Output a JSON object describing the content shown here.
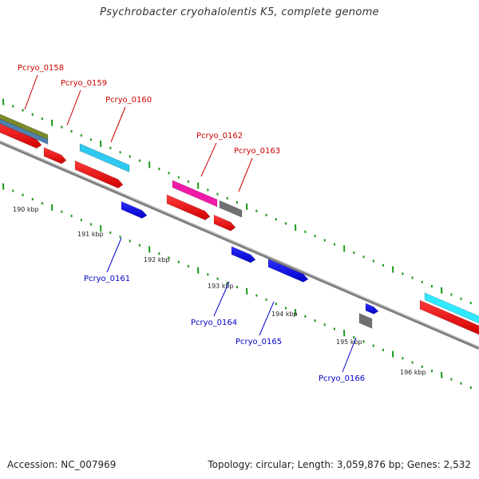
{
  "title": "Psychrobacter cryohalolentis K5, complete genome",
  "footer": {
    "accession": "Accession: NC_007969",
    "topology": "Topology: circular; Length: 3,059,876 bp; Genes: 2,532"
  },
  "scale_labels": [
    "190 kbp",
    "191 kbp",
    "192 kbp",
    "193 kbp",
    "194 kbp",
    "195 kbp",
    "196 kbp"
  ],
  "genes_forward": [
    "Pcryo_0158",
    "Pcryo_0159",
    "Pcryo_0160",
    "Pcryo_0162",
    "Pcryo_0163"
  ],
  "genes_reverse": [
    "Pcryo_0161",
    "Pcryo_0164",
    "Pcryo_0165",
    "Pcryo_0166"
  ],
  "colors": {
    "forward_label": "#cc0000",
    "reverse_label": "#0000cc",
    "cds_red": "#ff0000",
    "reverse_blue": "#0000ff",
    "rna_grey": "#707070",
    "olive": "#7a8c2a",
    "steel": "#4f7fae",
    "cyan": "#2ec8f0",
    "magenta": "#f01aa8",
    "backbone": "#8c8c8c",
    "tick_green": "#1a9a1a"
  }
}
